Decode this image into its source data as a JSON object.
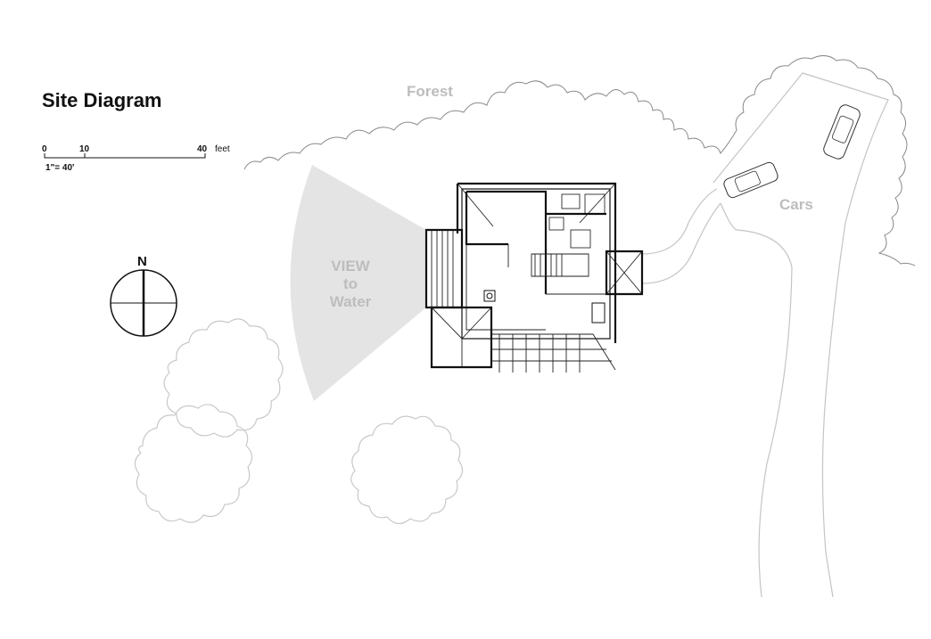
{
  "title": "Site Diagram",
  "labels": {
    "forest": "Forest",
    "cars": "Cars",
    "view_line1": "VIEW",
    "view_line2": "to",
    "view_line3": "Water",
    "north": "N"
  },
  "scale_bar": {
    "tick_0": "0",
    "tick_10": "10",
    "tick_40": "40",
    "unit": "feet",
    "ratio": "1\"= 40'"
  },
  "colors": {
    "view_wedge": "#e4e4e4",
    "label_gray": "#bdbdbd",
    "tree_outline": "#c9c9c9",
    "ink": "#111111"
  }
}
